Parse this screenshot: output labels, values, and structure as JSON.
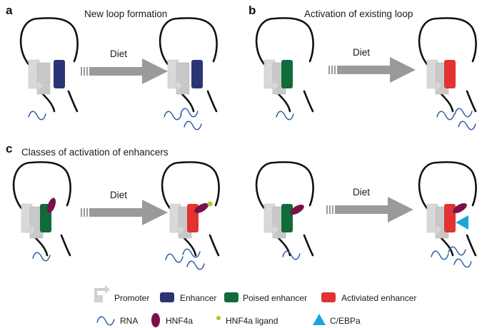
{
  "panels": {
    "a": {
      "letter": "a",
      "title": "New loop formation"
    },
    "b": {
      "letter": "b",
      "title": "Activation of existing loop"
    },
    "c": {
      "letter": "c",
      "title": "Classes of activation of enhancers"
    }
  },
  "arrow_label": "Diet",
  "legend": {
    "promoter": "Promoter",
    "enhancer": "Enhancer",
    "poised": "Poised enhancer",
    "activated": "Activiated enhancer",
    "rna": "RNA",
    "hnf4a": "HNF4a",
    "ligand": "HNF4a ligand",
    "cebpa": "C/EBPa"
  },
  "colors": {
    "enhancer": "#2b3575",
    "poised": "#0f6b3a",
    "activated": "#e23232",
    "promoter": "#d4d4d4",
    "rna": "#2a5aa8",
    "hnf4a": "#7a1248",
    "ligand": "#a8c838",
    "cebpa": "#1aa7d8",
    "arrow": "#9a9a9a"
  }
}
